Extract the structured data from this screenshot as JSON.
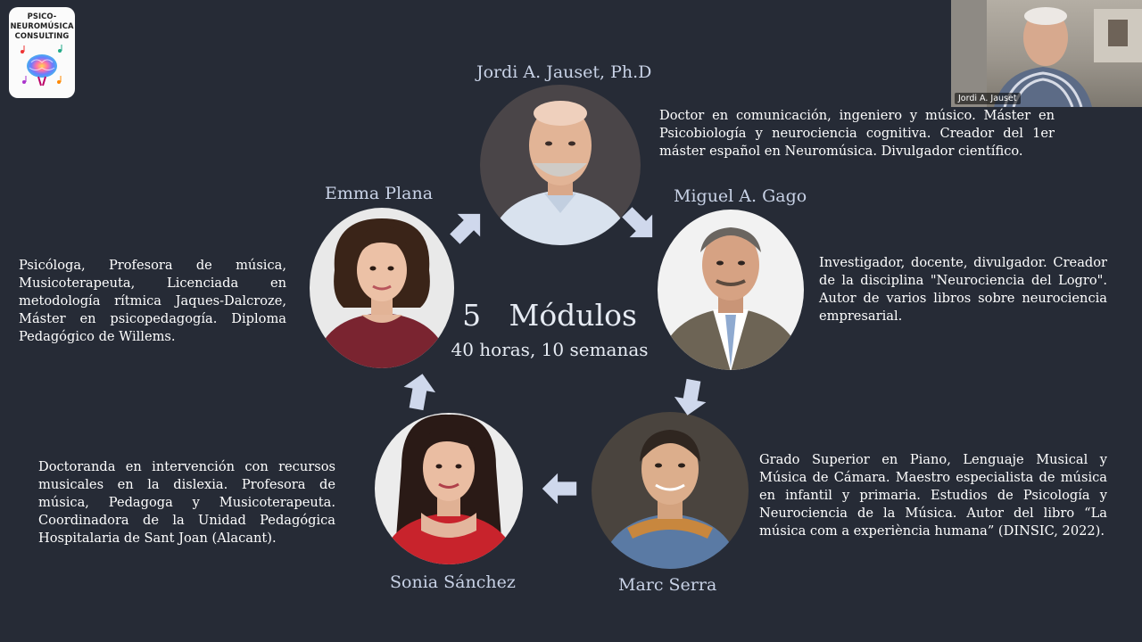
{
  "logo": {
    "lines": [
      "PSICO-",
      "NEUROMÚSICA",
      "CONSULTING"
    ],
    "icon": "brain-music-icon"
  },
  "video_call": {
    "participant_name": "Jordi A. Jauset"
  },
  "center": {
    "title": "5   Módulos",
    "subtitle": "40 horas, 10 semanas"
  },
  "people": [
    {
      "id": "jordi",
      "name": "Jordi A. Jauset, Ph.D",
      "bio": "Doctor en comunicación, ingeniero y músico. Máster en Psicobiología y neurociencia cognitiva. Creador del 1er máster español en Neuromúsica. Divulgador científico."
    },
    {
      "id": "miguel",
      "name": "Miguel A. Gago",
      "bio": "Investigador, docente, divulgador. Creador de la disciplina \"Neurociencia del Logro\". Autor de varios libros sobre neurociencia empresarial."
    },
    {
      "id": "marc",
      "name": "Marc Serra",
      "bio": "Grado Superior en Piano, Lenguaje Musical y Música de Cámara. Maestro especialista de música en infantil y primaria. Estudios de Psicología y Neurociencia de la Música. Autor del libro “La música com a experiència humana” (DINSIC, 2022)."
    },
    {
      "id": "sonia",
      "name": "Sonia Sánchez",
      "bio": "Doctoranda en intervención con recursos musicales en la dislexia. Profesora de música, Pedagoga y Musicoterapeuta. Coordinadora de la Unidad Pedagógica Hospitalaria de Sant Joan (Alacant)."
    },
    {
      "id": "emma",
      "name": "Emma Plana",
      "bio": "Psicóloga, Profesora de música, Musicoterapeuta, Licenciada en metodología rítmica Jaques-Dalcroze, Máster en psicopedagogía. Diploma Pedagógico de Willems."
    }
  ],
  "colors": {
    "background": "#262b36",
    "arrow": "#cfd8ec",
    "name_text": "#c8d2e6"
  }
}
